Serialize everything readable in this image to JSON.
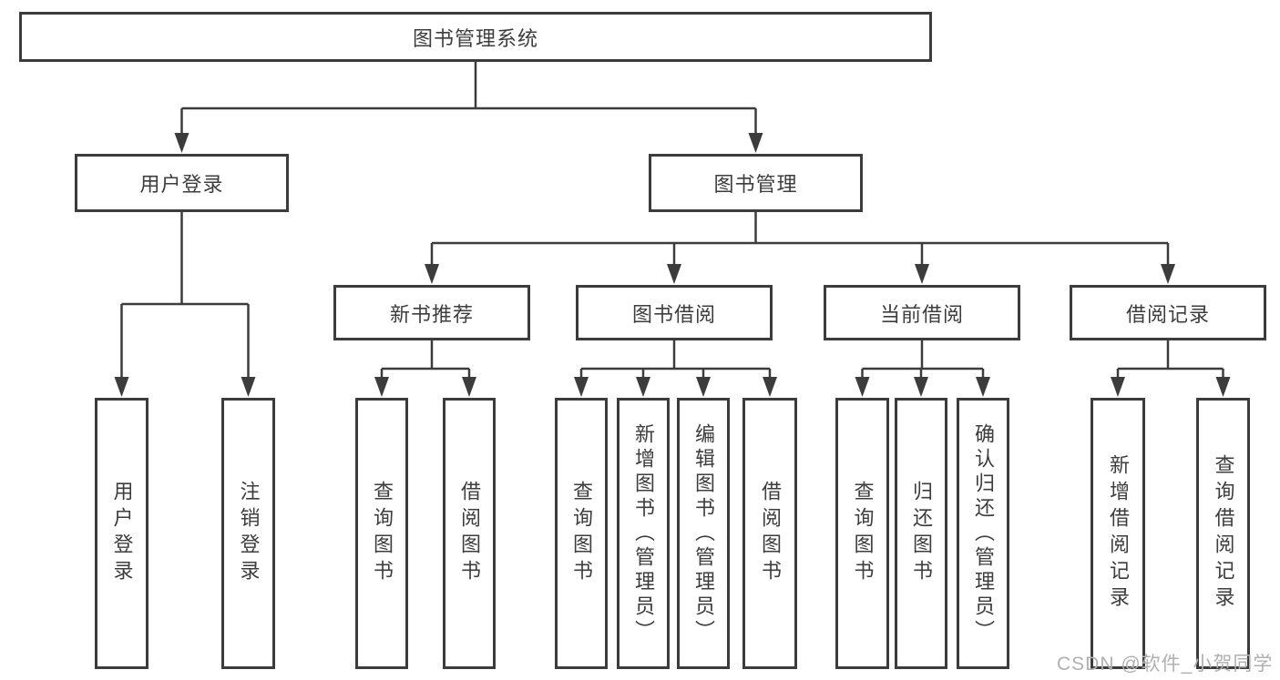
{
  "nodes": {
    "root": "图书管理系统",
    "user_login": "用户登录",
    "book_mgmt": "图书管理",
    "new_books": "新书推荐",
    "book_borrow": "图书借阅",
    "current_borrow": "当前借阅",
    "borrow_records": "借阅记录",
    "leaf_user_login": "用户登录",
    "leaf_logout": "注销登录",
    "leaf_query_book_a": "查询图书",
    "leaf_borrow_book_a": "借阅图书",
    "leaf_query_book_b": "查询图书",
    "leaf_add_book": "新增图书（管理员）",
    "leaf_edit_book": "编辑图书（管理员）",
    "leaf_borrow_book_b": "借阅图书",
    "leaf_query_book_c": "查询图书",
    "leaf_return_book": "归还图书",
    "leaf_confirm_return": "确认归还（管理员）",
    "leaf_add_record": "新增借阅记录",
    "leaf_query_record": "查询借阅记录"
  },
  "watermark": "CSDN @软件_小贺同学",
  "colors": {
    "line": "#3c3c3c",
    "text": "#3d3d3d",
    "box_bg": "#ffffff",
    "background": "#ffffff",
    "watermark": "#b0b0b0"
  }
}
